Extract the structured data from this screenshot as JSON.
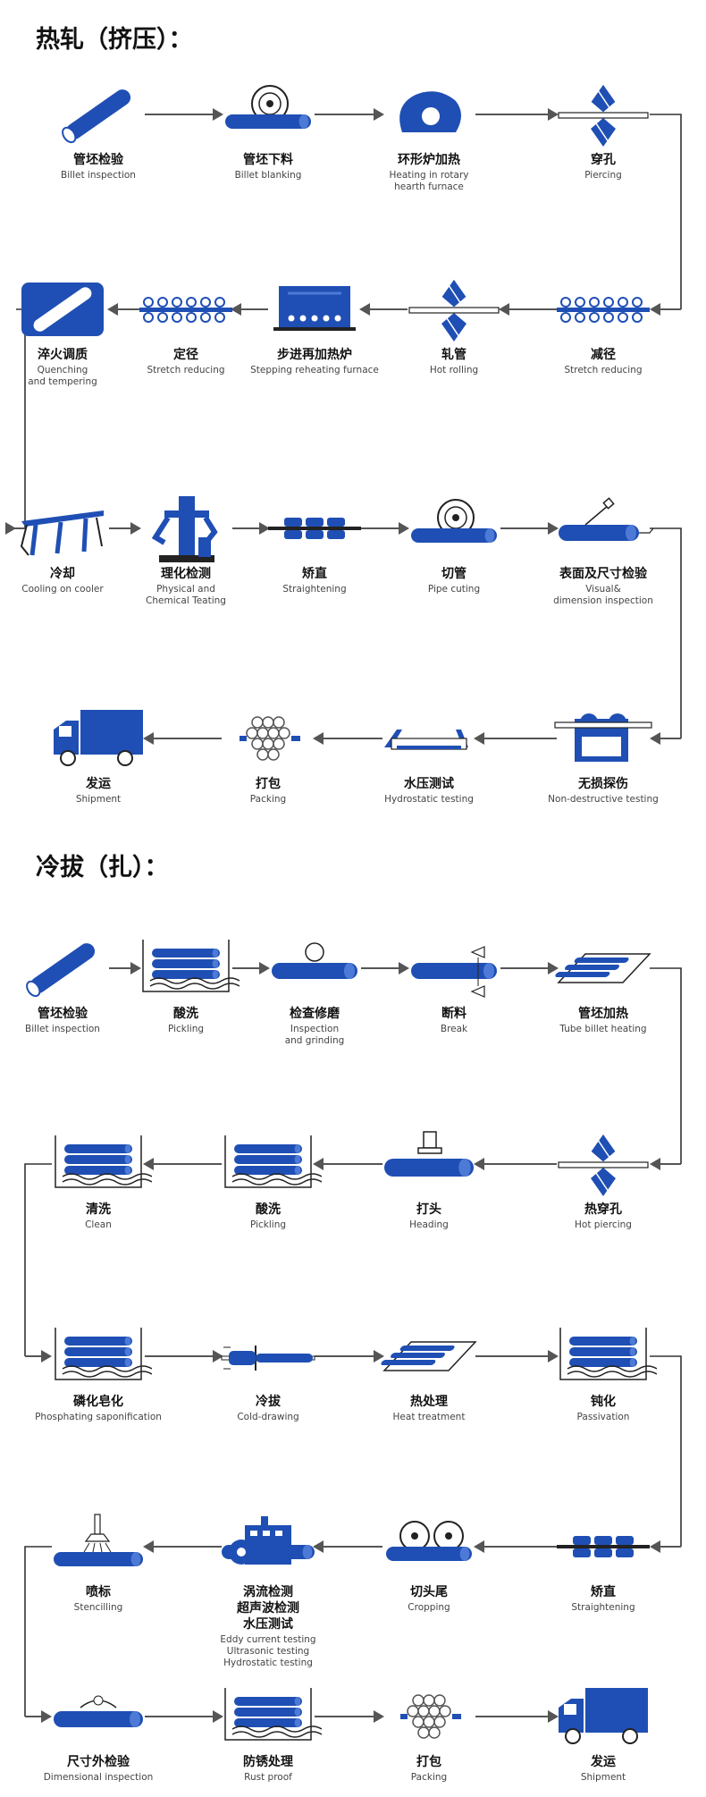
{
  "hot_rolling": {
    "title": "热轧（挤压）：",
    "steps": [
      {
        "zh": "管坯检验",
        "en": "Billet inspection",
        "icon": "billet-icon"
      },
      {
        "zh": "管坯下料",
        "en": "Billet blanking",
        "icon": "saw-blade-icon"
      },
      {
        "zh": "环形炉加热",
        "en": "Heating in rotary\nhearth furnace",
        "icon": "rotary-furnace-icon"
      },
      {
        "zh": "穿孔",
        "en": "Piercing",
        "icon": "piercing-rolls-icon"
      },
      {
        "zh": "减径",
        "en": "Stretch reducing",
        "icon": "reducing-rolls-icon"
      },
      {
        "zh": "轧管",
        "en": "Hot rolling",
        "icon": "piercing-rolls-icon"
      },
      {
        "zh": "步进再加热炉",
        "en": "Stepping reheating furnace",
        "icon": "reheating-furnace-icon"
      },
      {
        "zh": "定径",
        "en": "Stretch reducing",
        "icon": "reducing-rolls-icon"
      },
      {
        "zh": "淬火调质",
        "en": "Quenching\nand tempering",
        "icon": "quench-tank-icon"
      },
      {
        "zh": "冷却",
        "en": "Cooling on cooler",
        "icon": "cooler-icon"
      },
      {
        "zh": "理化检测",
        "en": "Physical and\nChemical Teating",
        "icon": "testing-machine-icon"
      },
      {
        "zh": "矫直",
        "en": "Straightening",
        "icon": "straightener-icon"
      },
      {
        "zh": "切管",
        "en": "Pipe cuting",
        "icon": "saw-blade-icon"
      },
      {
        "zh": "表面及尺寸检验",
        "en": "Visual&\ndimension inspection",
        "icon": "pipe-probe-icon"
      },
      {
        "zh": "无损探伤",
        "en": "Non-destructive testing",
        "icon": "ndt-machine-icon"
      },
      {
        "zh": "水压测试",
        "en": "Hydrostatic testing",
        "icon": "hydro-bed-icon"
      },
      {
        "zh": "打包",
        "en": "Packing",
        "icon": "pipe-bundle-icon"
      },
      {
        "zh": "发运",
        "en": "Shipment",
        "icon": "truck-icon"
      }
    ]
  },
  "cold_drawing": {
    "title": "冷拔（扎）：",
    "steps": [
      {
        "zh": "管坯检验",
        "en": "Billet inspection",
        "icon": "billet-icon"
      },
      {
        "zh": "酸洗",
        "en": "Pickling",
        "icon": "pickling-tank-icon"
      },
      {
        "zh": "检查修磨",
        "en": "Inspection\nand grinding",
        "icon": "pipe-inspection-icon"
      },
      {
        "zh": "断料",
        "en": "Break",
        "icon": "pipe-break-icon"
      },
      {
        "zh": "管坯加热",
        "en": "Tube billet heating",
        "icon": "heating-furnace-icon"
      },
      {
        "zh": "热穿孔",
        "en": "Hot piercing",
        "icon": "piercing-rolls-icon"
      },
      {
        "zh": "打头",
        "en": "Heading",
        "icon": "heading-press-icon"
      },
      {
        "zh": "酸洗",
        "en": "Pickling",
        "icon": "pickling-tank-icon"
      },
      {
        "zh": "清洗",
        "en": "Clean",
        "icon": "pickling-tank-icon"
      },
      {
        "zh": "磷化皂化",
        "en": "Phosphating saponification",
        "icon": "pickling-tank-icon"
      },
      {
        "zh": "冷拔",
        "en": "Cold-drawing",
        "icon": "cold-draw-icon"
      },
      {
        "zh": "热处理",
        "en": "Heat treatment",
        "icon": "heating-furnace-icon"
      },
      {
        "zh": "钝化",
        "en": "Passivation",
        "icon": "pickling-tank-icon"
      },
      {
        "zh": "矫直",
        "en": "Straightening",
        "icon": "straightener-icon"
      },
      {
        "zh": "切头尾",
        "en": "Cropping",
        "icon": "double-saw-icon"
      },
      {
        "zh": "涡流检测\n超声波检测\n水压测试",
        "en": "Eddy current testing\nUltrasonic testing\nHydrostatic testing",
        "icon": "eddy-current-icon"
      },
      {
        "zh": "喷标",
        "en": "Stencilling",
        "icon": "stencil-spray-icon"
      },
      {
        "zh": "尺寸外检验",
        "en": "Dimensional inspection",
        "icon": "gauge-pipe-icon"
      },
      {
        "zh": "防锈处理",
        "en": "Rust proof",
        "icon": "pickling-tank-icon"
      },
      {
        "zh": "打包",
        "en": "Packing",
        "icon": "pipe-bundle-icon"
      },
      {
        "zh": "发运",
        "en": "Shipment",
        "icon": "truck-icon"
      }
    ]
  },
  "colors": {
    "accent": "#1f4fb4",
    "arrow": "#555555",
    "line": "#333333"
  }
}
